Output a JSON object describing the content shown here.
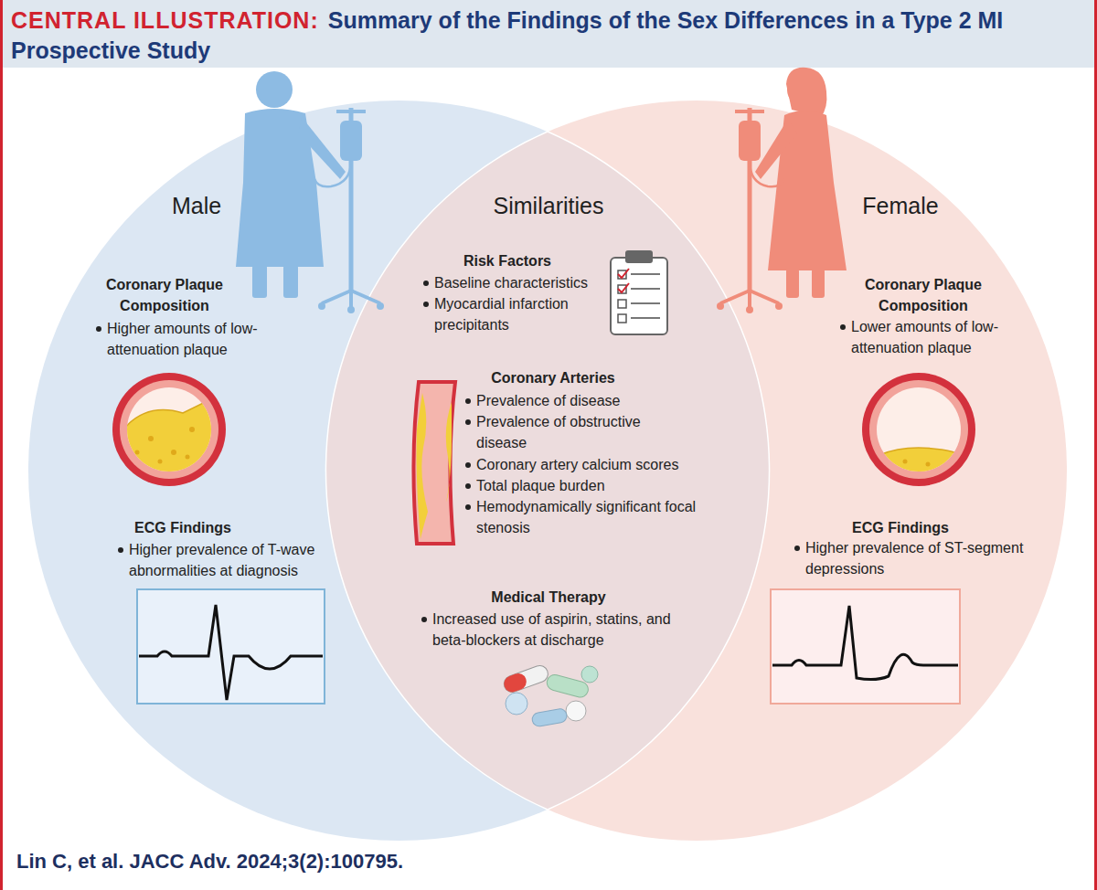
{
  "diagram": {
    "title": "CENTRAL ILLUSTRATION:",
    "caption": "Lin C, et al. JACC Adv. 2024;3(2):100795.",
    "nodes": [
      {
        "text": [
          "Male",
          "Coronary Plaque Composition",
          "Higher amounts of low-attenuation plaque",
          "ECG Findings",
          "Higher prevalence of T-wave abnormalities at diagnosis"
        ]
      },
      {
        "text": [
          "Similarities",
          "Risk Factors",
          "Baseline characteristics",
          "Myocardial infarction precipitants",
          "Coronary Arteries",
          "Prevalence of disease",
          "Prevalence of obstructive disease",
          "Coronary artery calcium scores",
          "Total plaque burden",
          "Hemodynamically significant focal stenosis",
          "Medical Therapy",
          "Increased use of aspirin, statins, and beta-blockers at discharge"
        ]
      },
      {
        "text": [
          "Female",
          "Coronary Plaque Composition",
          "Lower amounts of low-attenuation plaque",
          "ECG Findings",
          "Higher prevalence of ST-segment depressions"
        ]
      }
    ],
    "labels": [
      "Summary of the Findings of the Sex Differences in a Type 2 MI Prospective Study"
    ]
  }
}
